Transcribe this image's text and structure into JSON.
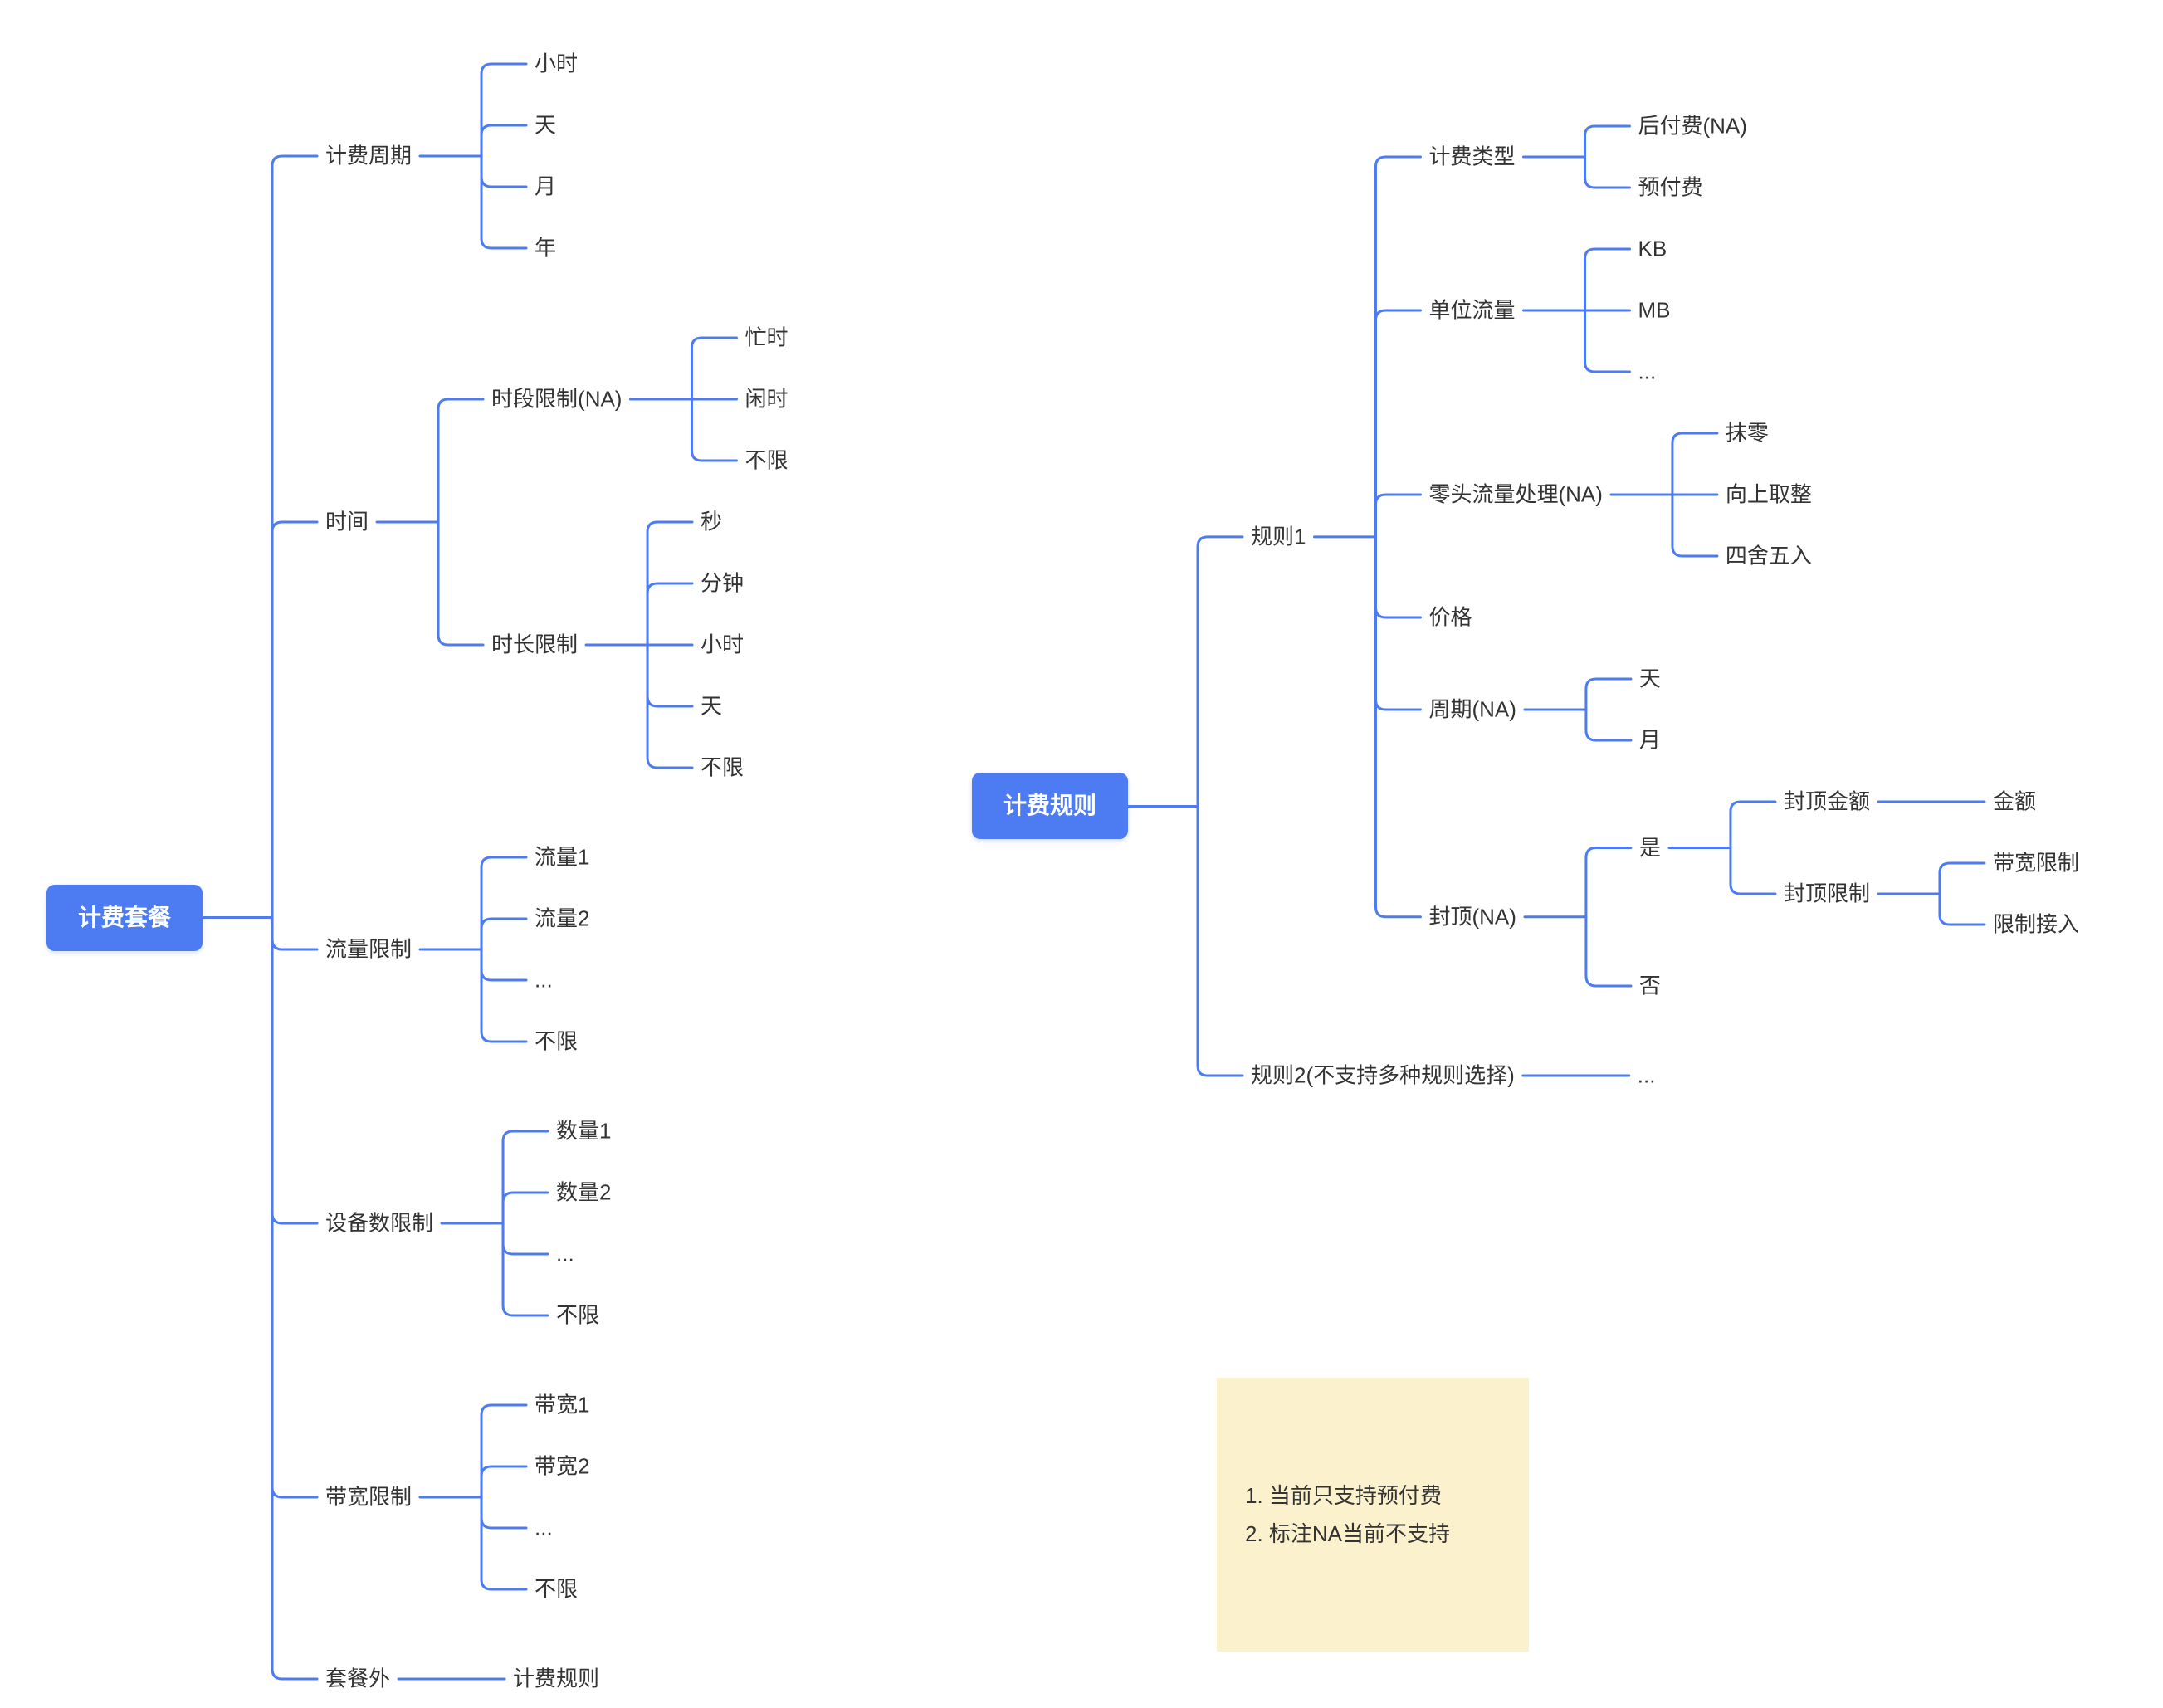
{
  "colors": {
    "accent": "#4d7cf2",
    "text": "#333333",
    "root_text": "#ffffff",
    "note_bg": "#fcf1cd"
  },
  "note": {
    "lines": [
      "1. 当前只支持预付费",
      "2. 标注NA当前不支持"
    ]
  },
  "trees": [
    {
      "label": "计费套餐",
      "children": [
        {
          "label": "计费周期",
          "children": [
            {
              "label": "小时"
            },
            {
              "label": "天"
            },
            {
              "label": "月"
            },
            {
              "label": "年"
            }
          ]
        },
        {
          "label": "时间",
          "children": [
            {
              "label": "时段限制(NA)",
              "children": [
                {
                  "label": "忙时"
                },
                {
                  "label": "闲时"
                },
                {
                  "label": "不限"
                }
              ]
            },
            {
              "label": "时长限制",
              "children": [
                {
                  "label": "秒"
                },
                {
                  "label": "分钟"
                },
                {
                  "label": "小时"
                },
                {
                  "label": "天"
                },
                {
                  "label": "不限"
                }
              ]
            }
          ]
        },
        {
          "label": "流量限制",
          "children": [
            {
              "label": "流量1"
            },
            {
              "label": "流量2"
            },
            {
              "label": "..."
            },
            {
              "label": "不限"
            }
          ]
        },
        {
          "label": "设备数限制",
          "children": [
            {
              "label": "数量1"
            },
            {
              "label": "数量2"
            },
            {
              "label": "..."
            },
            {
              "label": "不限"
            }
          ]
        },
        {
          "label": "带宽限制",
          "children": [
            {
              "label": "带宽1"
            },
            {
              "label": "带宽2"
            },
            {
              "label": "..."
            },
            {
              "label": "不限"
            }
          ]
        },
        {
          "label": "套餐外",
          "children": [
            {
              "label": "计费规则"
            }
          ]
        }
      ]
    },
    {
      "label": "计费规则",
      "children": [
        {
          "label": "规则1",
          "children": [
            {
              "label": "计费类型",
              "children": [
                {
                  "label": "后付费(NA)"
                },
                {
                  "label": "预付费"
                }
              ]
            },
            {
              "label": "单位流量",
              "children": [
                {
                  "label": "KB"
                },
                {
                  "label": "MB"
                },
                {
                  "label": "..."
                }
              ]
            },
            {
              "label": "零头流量处理(NA)",
              "children": [
                {
                  "label": "抹零"
                },
                {
                  "label": "向上取整"
                },
                {
                  "label": "四舍五入"
                }
              ]
            },
            {
              "label": "价格"
            },
            {
              "label": "周期(NA)",
              "children": [
                {
                  "label": "天"
                },
                {
                  "label": "月"
                }
              ]
            },
            {
              "label": "封顶(NA)",
              "children": [
                {
                  "label": "是",
                  "children": [
                    {
                      "label": "封顶金额",
                      "children": [
                        {
                          "label": "金额"
                        }
                      ]
                    },
                    {
                      "label": "封顶限制",
                      "children": [
                        {
                          "label": "带宽限制"
                        },
                        {
                          "label": "限制接入"
                        }
                      ]
                    }
                  ]
                },
                {
                  "label": "否"
                }
              ]
            }
          ]
        },
        {
          "label": "规则2(不支持多种规则选择)",
          "children": [
            {
              "label": "..."
            }
          ]
        }
      ]
    }
  ]
}
